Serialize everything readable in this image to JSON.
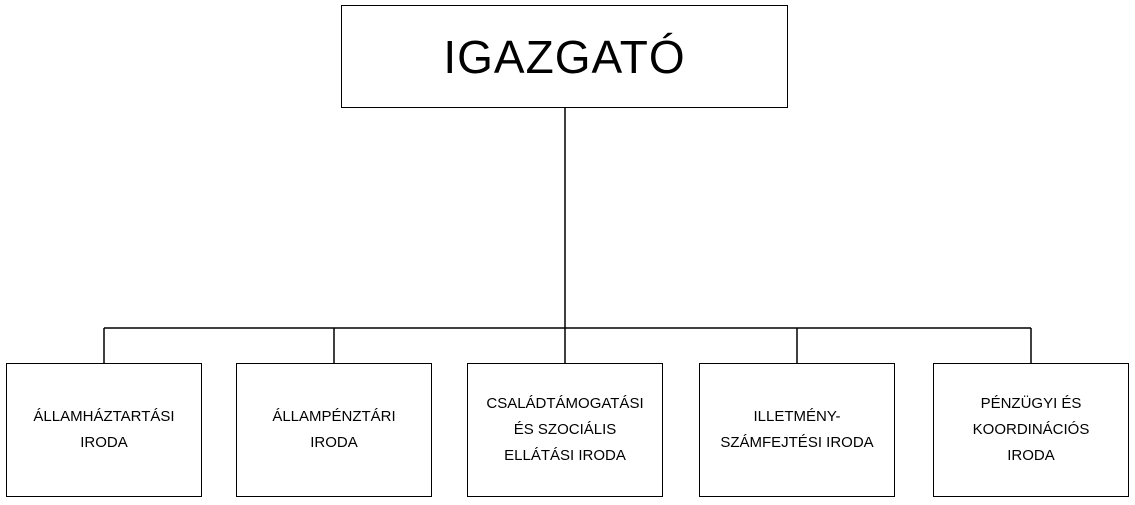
{
  "chart": {
    "root": {
      "label": "IGAZGATÓ"
    },
    "children": [
      {
        "label": "ÁLLAMHÁZTARTÁSI\nIRODA"
      },
      {
        "label": "ÁLLAMPÉNZTÁRI\nIRODA"
      },
      {
        "label": "CSALÁDTÁMOGATÁSI\nÉS SZOCIÁLIS\nELLÁTÁSI IRODA"
      },
      {
        "label": "ILLETMÉNY-\nSZÁMFEJTÉSI IRODA"
      },
      {
        "label": "PÉNZÜGYI ÉS\nKOORDINÁCIÓS\nIRODA"
      }
    ]
  }
}
